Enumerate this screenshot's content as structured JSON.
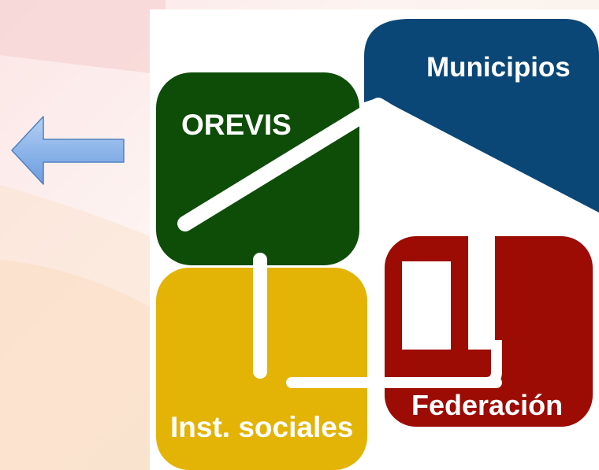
{
  "labels": {
    "orevis": "OREVIS",
    "municipios": "Municipios",
    "federacion": "Federación",
    "inst_sociales": "Inst. sociales"
  },
  "colors": {
    "orevis": "#0e4d08",
    "municipios": "#0a4777",
    "federacion": "#9c0b04",
    "inst_sociales": "#e3b406",
    "arrow": "#8cb4e6"
  },
  "icons": {
    "nav_arrow": "left-arrow-icon"
  }
}
